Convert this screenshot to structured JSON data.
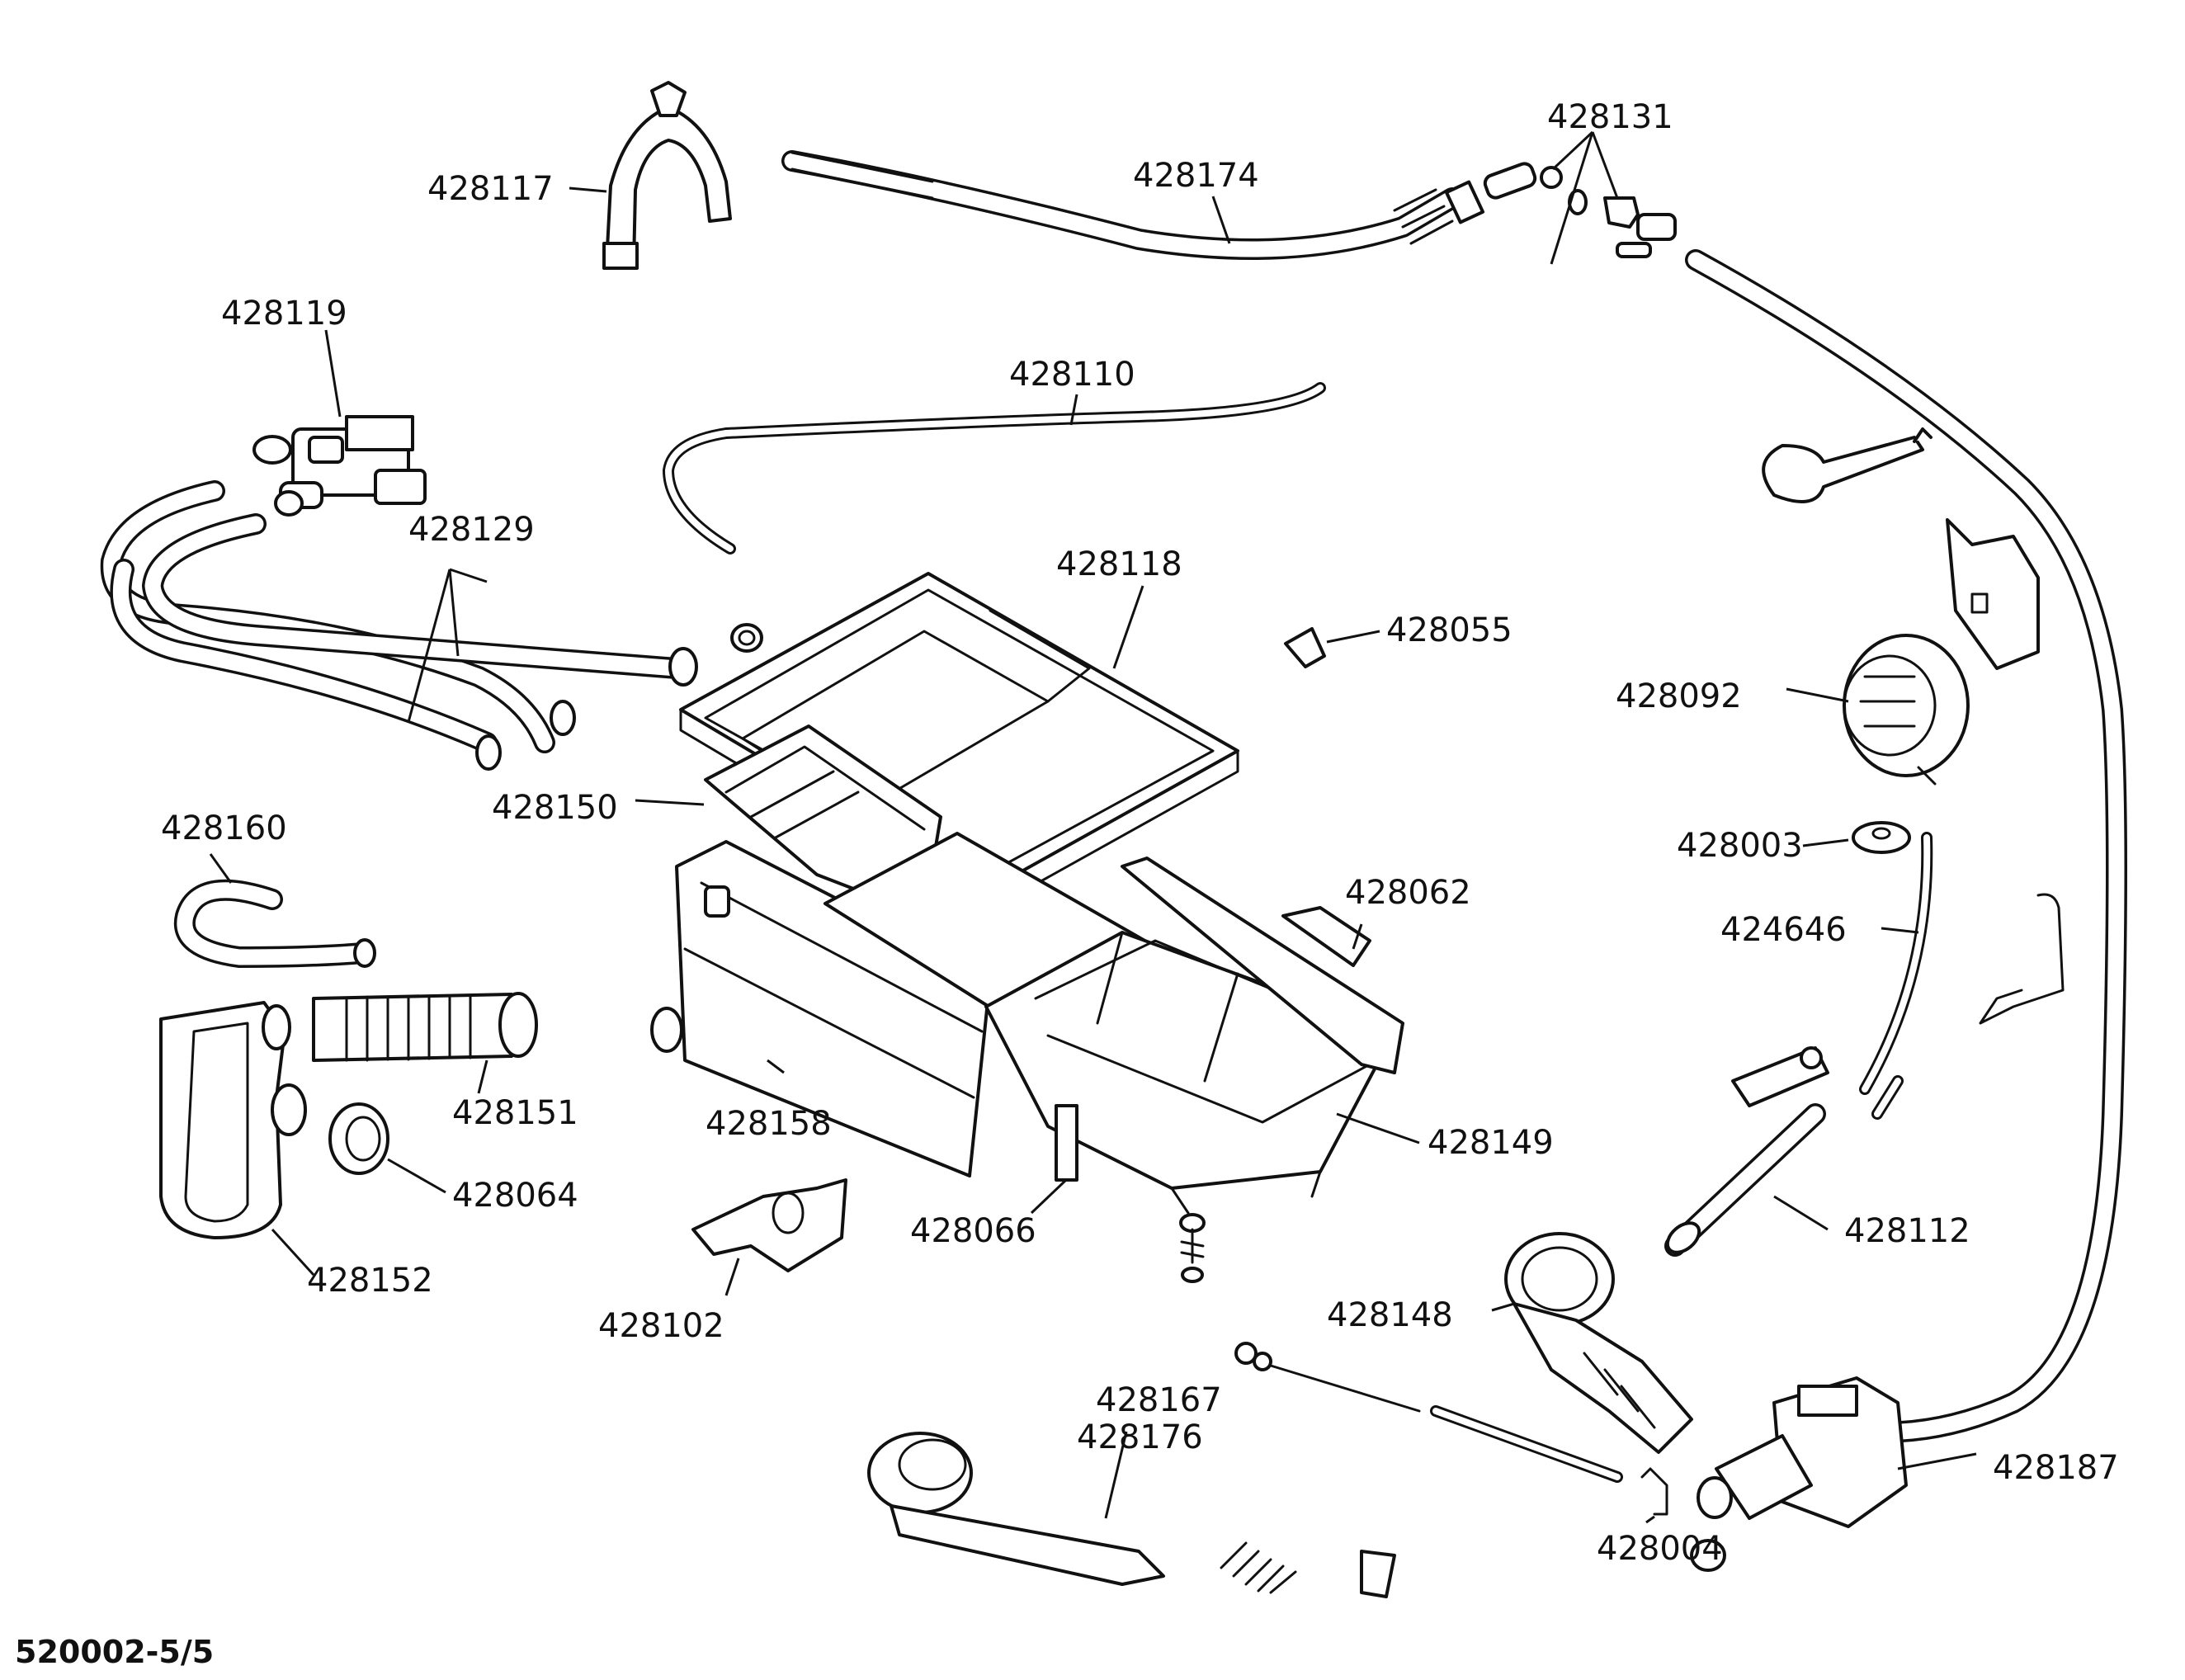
{
  "diagram": {
    "labels": {
      "p428117": "428117",
      "p428174": "428174",
      "p428131": "428131",
      "p428119": "428119",
      "p428110": "428110",
      "p428129": "428129",
      "p428118": "428118",
      "p428055": "428055",
      "p428092": "428092",
      "p428150": "428150",
      "p428160": "428160",
      "p428062": "428062",
      "p428003": "428003",
      "p424646": "424646",
      "p428151": "428151",
      "p428158": "428158",
      "p428149": "428149",
      "p428064": "428064",
      "p428066": "428066",
      "p428112": "428112",
      "p428152": "428152",
      "p428102": "428102",
      "p428148": "428148",
      "p428167": "428167",
      "p428176": "428176",
      "p428187": "428187",
      "p428004": "428004"
    },
    "footer": "520002-5/5"
  }
}
